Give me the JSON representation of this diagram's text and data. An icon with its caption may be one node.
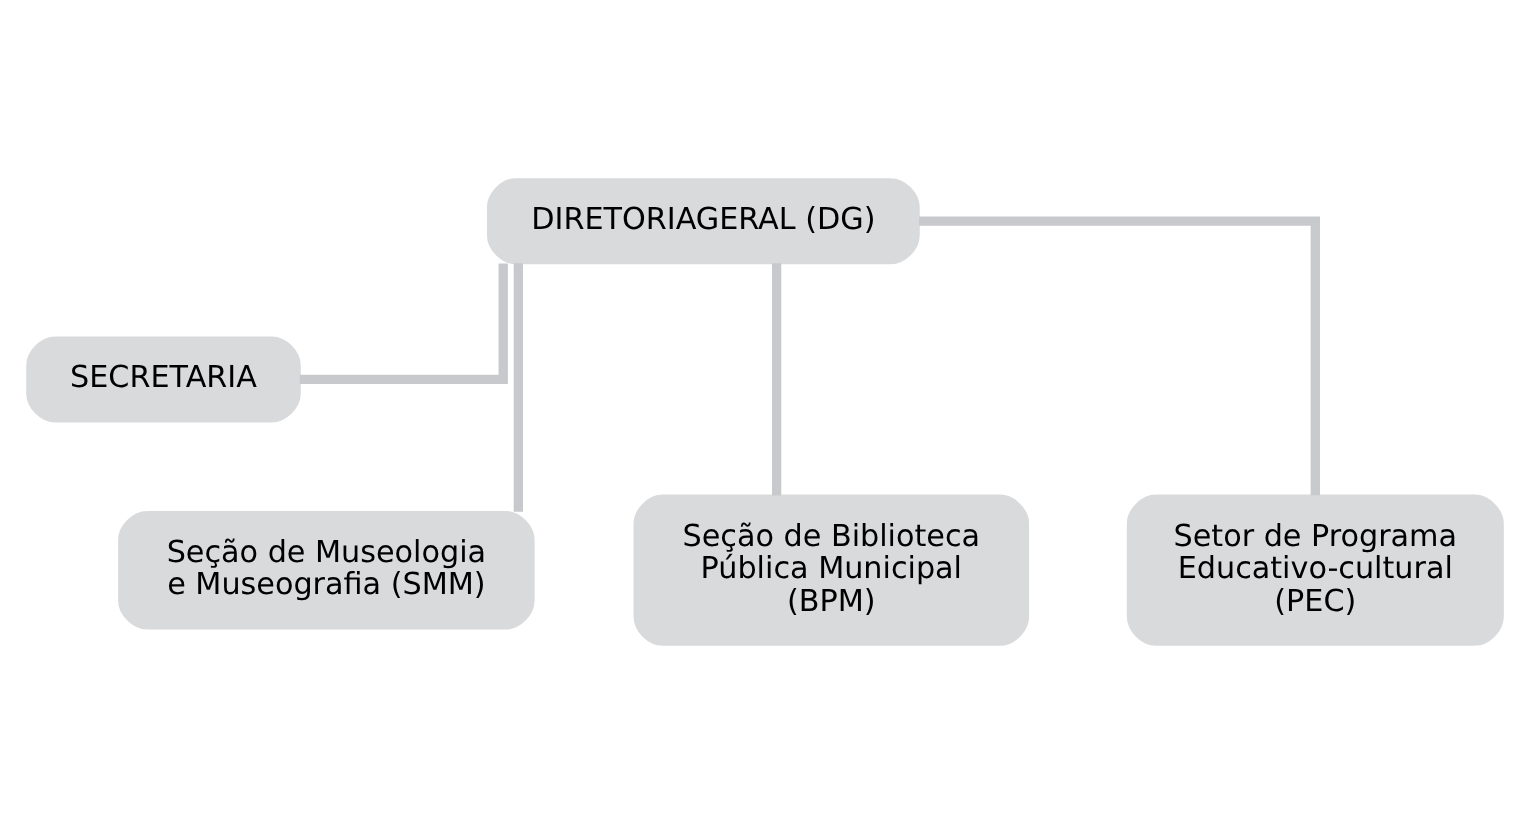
{
  "diagram": {
    "nodes": [
      {
        "text": [
          "DIRETORIAGERAL (DG)"
        ]
      },
      {
        "text": [
          "SECRETARIA"
        ]
      },
      {
        "text": [
          "Seção de Museologia e Museografia (SMM)"
        ]
      },
      {
        "text": [
          "Seção de Biblioteca Pública Municipal (BPM)"
        ]
      },
      {
        "text": [
          "Setor de Programa Educativo-cultural (PEC)"
        ]
      }
    ],
    "edges": [
      {
        "from": 0,
        "to": 1,
        "arrow": "none"
      },
      {
        "from": 0,
        "to": 2,
        "arrow": "none"
      },
      {
        "from": 0,
        "to": 3,
        "arrow": "none"
      },
      {
        "from": 0,
        "to": 4,
        "arrow": "none"
      }
    ]
  }
}
